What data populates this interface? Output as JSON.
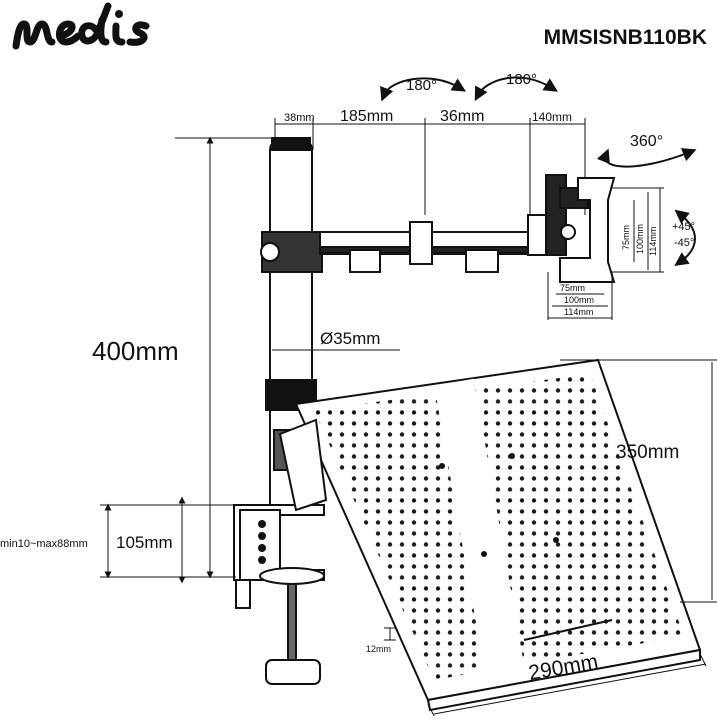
{
  "brand": {
    "logo_text": "nedis"
  },
  "model": "MMSISNB110BK",
  "dims": {
    "rot_180_a": "180°",
    "rot_180_b": "180°",
    "rot_360": "360°",
    "tilt_plus": "+45°",
    "tilt_minus": "-45°",
    "w_38": "38mm",
    "w_185": "185mm",
    "w_36": "36mm",
    "w_140": "140mm",
    "h_75": "75mm",
    "h_100": "100mm",
    "h_114": "114mm",
    "v_75": "75mm",
    "v_100": "100mm",
    "v_114": "114mm",
    "h_400": "400mm",
    "d_35": "Ø35mm",
    "h_105": "105mm",
    "clamp_range": "min10~max88mm",
    "h_350": "350mm",
    "h_12": "12mm",
    "w_290": "290mm"
  },
  "colors": {
    "line": "#111111",
    "background": "#ffffff"
  }
}
